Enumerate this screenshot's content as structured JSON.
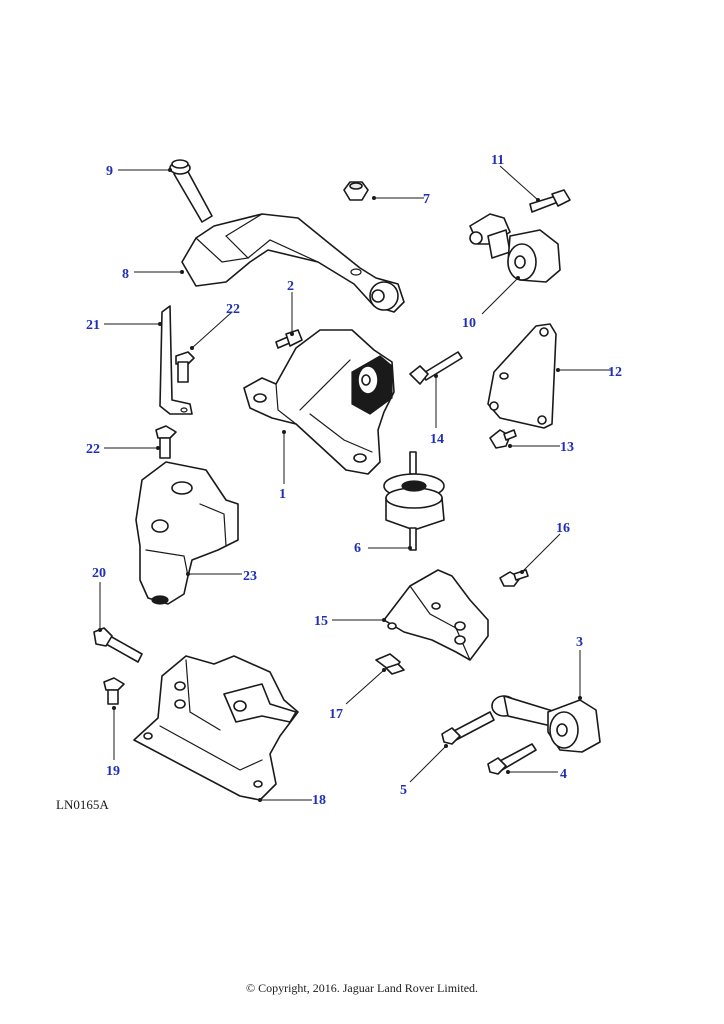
{
  "diagram": {
    "reference_code": "LN0165A",
    "copyright": "© Copyright, 2016. Jaguar Land Rover Limited.",
    "callouts": [
      "1",
      "2",
      "3",
      "4",
      "5",
      "6",
      "7",
      "8",
      "9",
      "10",
      "11",
      "12",
      "13",
      "14",
      "15",
      "16",
      "17",
      "18",
      "19",
      "20",
      "21",
      "22",
      "22",
      "23"
    ],
    "colors": {
      "callout": "#1f2fb8",
      "line": "#1a1a1a"
    }
  }
}
